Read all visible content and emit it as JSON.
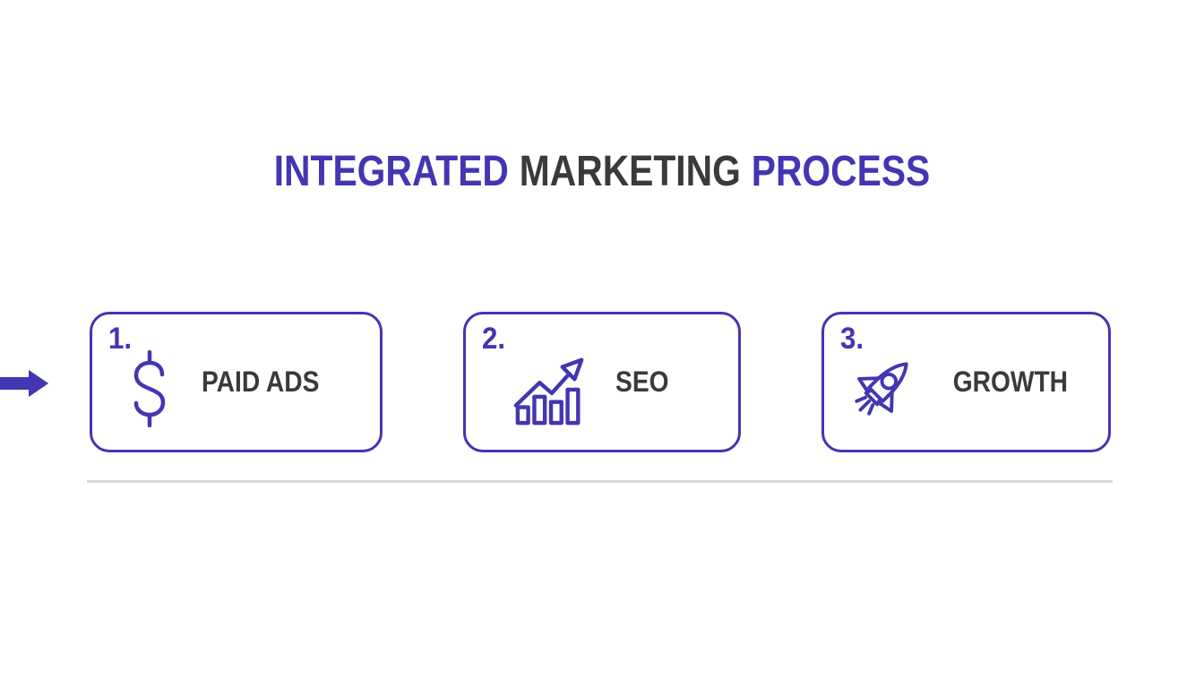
{
  "title": {
    "segments": [
      {
        "text": "INTEGRATED",
        "color": "#4435b2"
      },
      {
        "text": "MARKETING",
        "color": "#3a3a3a"
      },
      {
        "text": "PROCESS",
        "color": "#4435b2"
      }
    ]
  },
  "steps": [
    {
      "number": "1.",
      "label": "PAID ADS",
      "icon": "dollar-sign-icon"
    },
    {
      "number": "2.",
      "label": "SEO",
      "icon": "bar-chart-arrow-icon"
    },
    {
      "number": "3.",
      "label": "GROWTH",
      "icon": "rocket-icon"
    }
  ],
  "connectors": [
    {
      "type": "arrow-right"
    },
    {
      "type": "arrow-right"
    }
  ],
  "colors": {
    "accent": "#4435b2",
    "label_text": "#3a3a3a",
    "divider": "#d9d9d9",
    "background": "#ffffff"
  }
}
